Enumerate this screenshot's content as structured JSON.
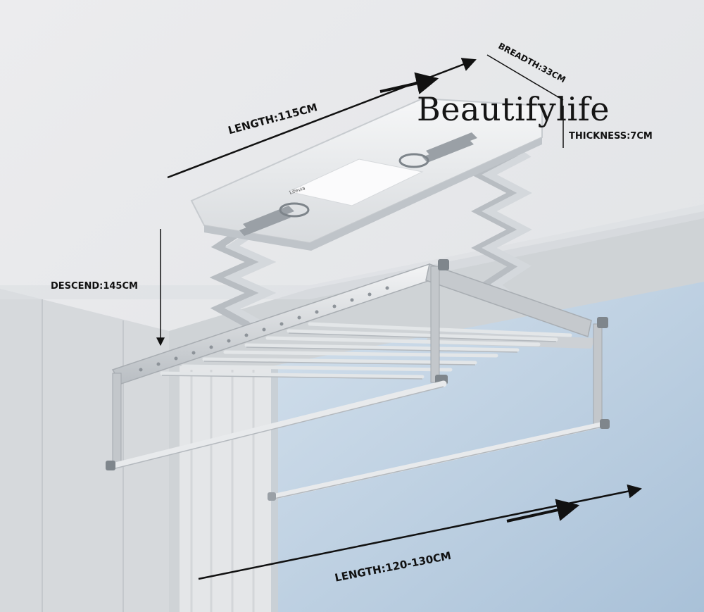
{
  "brand": "Beautifylife",
  "product": {
    "panel_label": "Lifevia"
  },
  "dimensions": {
    "length_top": "LENGTH:115CM",
    "breadth": "BREADTH:33CM",
    "thickness": "THICKNESS:7CM",
    "descend": "DESCEND:145CM",
    "length_bottom": "LENGTH:120-130CM"
  },
  "colors": {
    "ceiling": "#e6e8ea",
    "wall": "#d9dde0",
    "window_sky": "#bcd0e3",
    "device_body": "#eef0f2",
    "rack_metal": "#cfd3d7",
    "text": "#111111"
  }
}
